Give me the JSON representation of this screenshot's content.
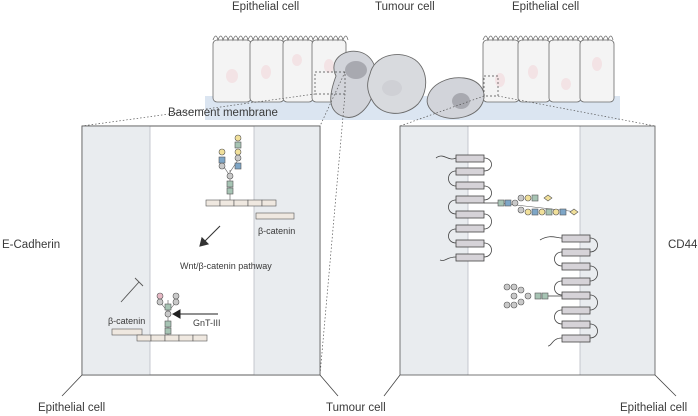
{
  "labels": {
    "epithelial_top_left": "Epithelial  cell",
    "tumour_top": "Tumour  cell",
    "epithelial_top_right": "Epithelial  cell",
    "basement_membrane": "Basement  membrane",
    "e_cadherin": "E-Cadherin",
    "cd44": "CD44",
    "beta_catenin_upper": "β-catenin",
    "wnt_pathway": "Wnt/β-catenin pathway",
    "beta_catenin_lower": "β-catenin",
    "gnt3": "GnT-III",
    "epithelial_bottom_left": "Epithelial  cell",
    "tumour_bottom": "Tumour  cell",
    "epithelial_bottom_right": "Epithelial  cell"
  },
  "colors": {
    "cell_fill": "#f4f4f4",
    "cell_stroke": "#6b6b6b",
    "nucleus": "#f3e3e5",
    "tumour_fill": "#d2d4da",
    "tumour_nucleus": "#a8a9b0",
    "membrane": "#dbe5f1",
    "panel_shade": "#e9ecef",
    "ectodomain": "#d6d3d8",
    "beta_catenin_fill": "#efe8e0",
    "glycan_green": "#a7c4b4",
    "glycan_blue": "#7ea6c7",
    "glycan_yellow": "#f1e09a",
    "glycan_grey": "#c9c9c9"
  },
  "icons": [
    "arrow-icon",
    "inhibition-icon",
    "glycan-icon"
  ]
}
